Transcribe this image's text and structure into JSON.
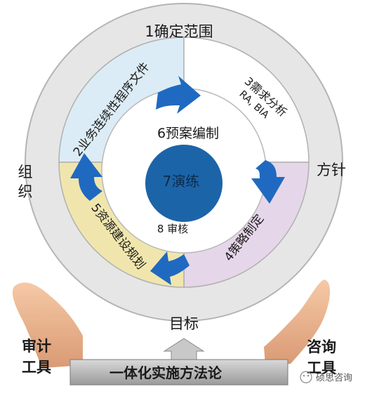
{
  "outer_ring": {
    "top": "1确定范围",
    "left_line1": "组",
    "left_line2": "织",
    "right": "方针",
    "bottom": "目标"
  },
  "quadrants": {
    "q2": "2业务连续性程序文件",
    "q3_title": "3需求分析",
    "q3_sub": "RA, BIA",
    "q4": "4策略制定",
    "q5": "5资源建设规划"
  },
  "inner": {
    "plan": "6预案编制",
    "audit": "8 审核",
    "core": "7演练"
  },
  "bottom": {
    "left_line1": "审计",
    "left_line2": "工具",
    "right_line1": "咨询",
    "right_line2": "工具",
    "bar_label": "一体化实施方法论"
  },
  "watermark": "硕思咨询",
  "colors": {
    "outer_ring": "#e6e6e6",
    "q2": "#dcecf6",
    "q3": "#ffffff",
    "q4": "#e6d6ea",
    "q5": "#f0e6ad",
    "core": "#1c64a8",
    "arrow": "#1f6ac0"
  }
}
